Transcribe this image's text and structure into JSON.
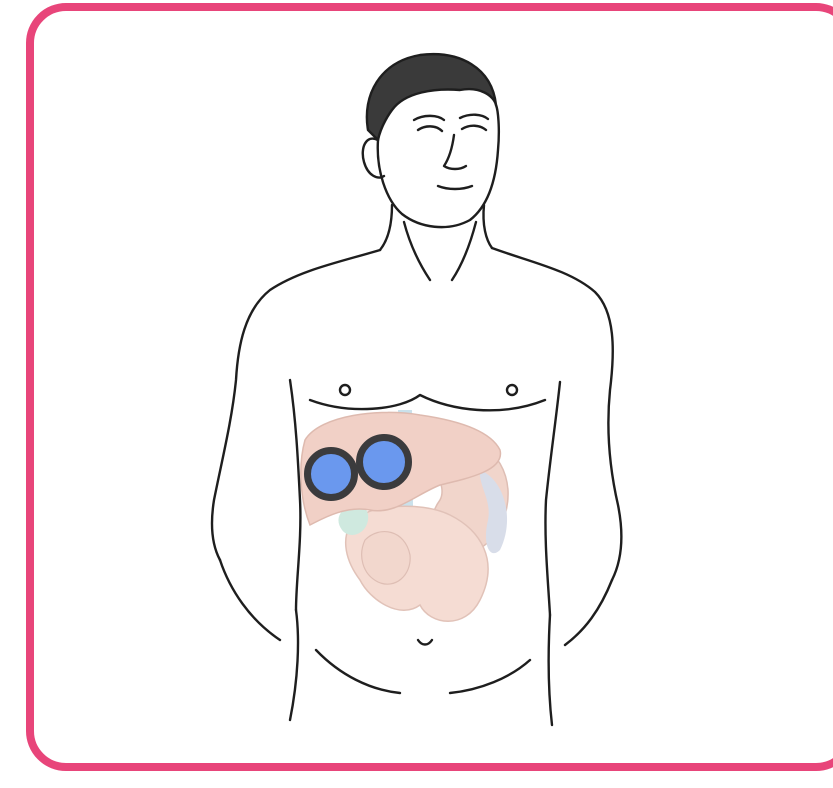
{
  "diagram": {
    "subject": "human-torso-front-view",
    "organs": [
      "liver",
      "stomach",
      "gallbladder",
      "pancreas",
      "intestine",
      "aorta"
    ],
    "colors": {
      "frame_border": "#e8457a",
      "background": "#ffffff",
      "outline": "#1e1e1e",
      "marker_fill": "#6a98ee",
      "marker_border": "#3b3b3d",
      "liver": "#e6aa98",
      "stomach": "#e7b3a2",
      "intestine": "#edc1b0",
      "gallbladder": "#a9d8c6",
      "aorta": "#9fc9dc"
    },
    "markers": [
      {
        "id": "marker-1",
        "region": "right-upper-quadrant"
      },
      {
        "id": "marker-2",
        "region": "right-upper-quadrant"
      }
    ]
  }
}
